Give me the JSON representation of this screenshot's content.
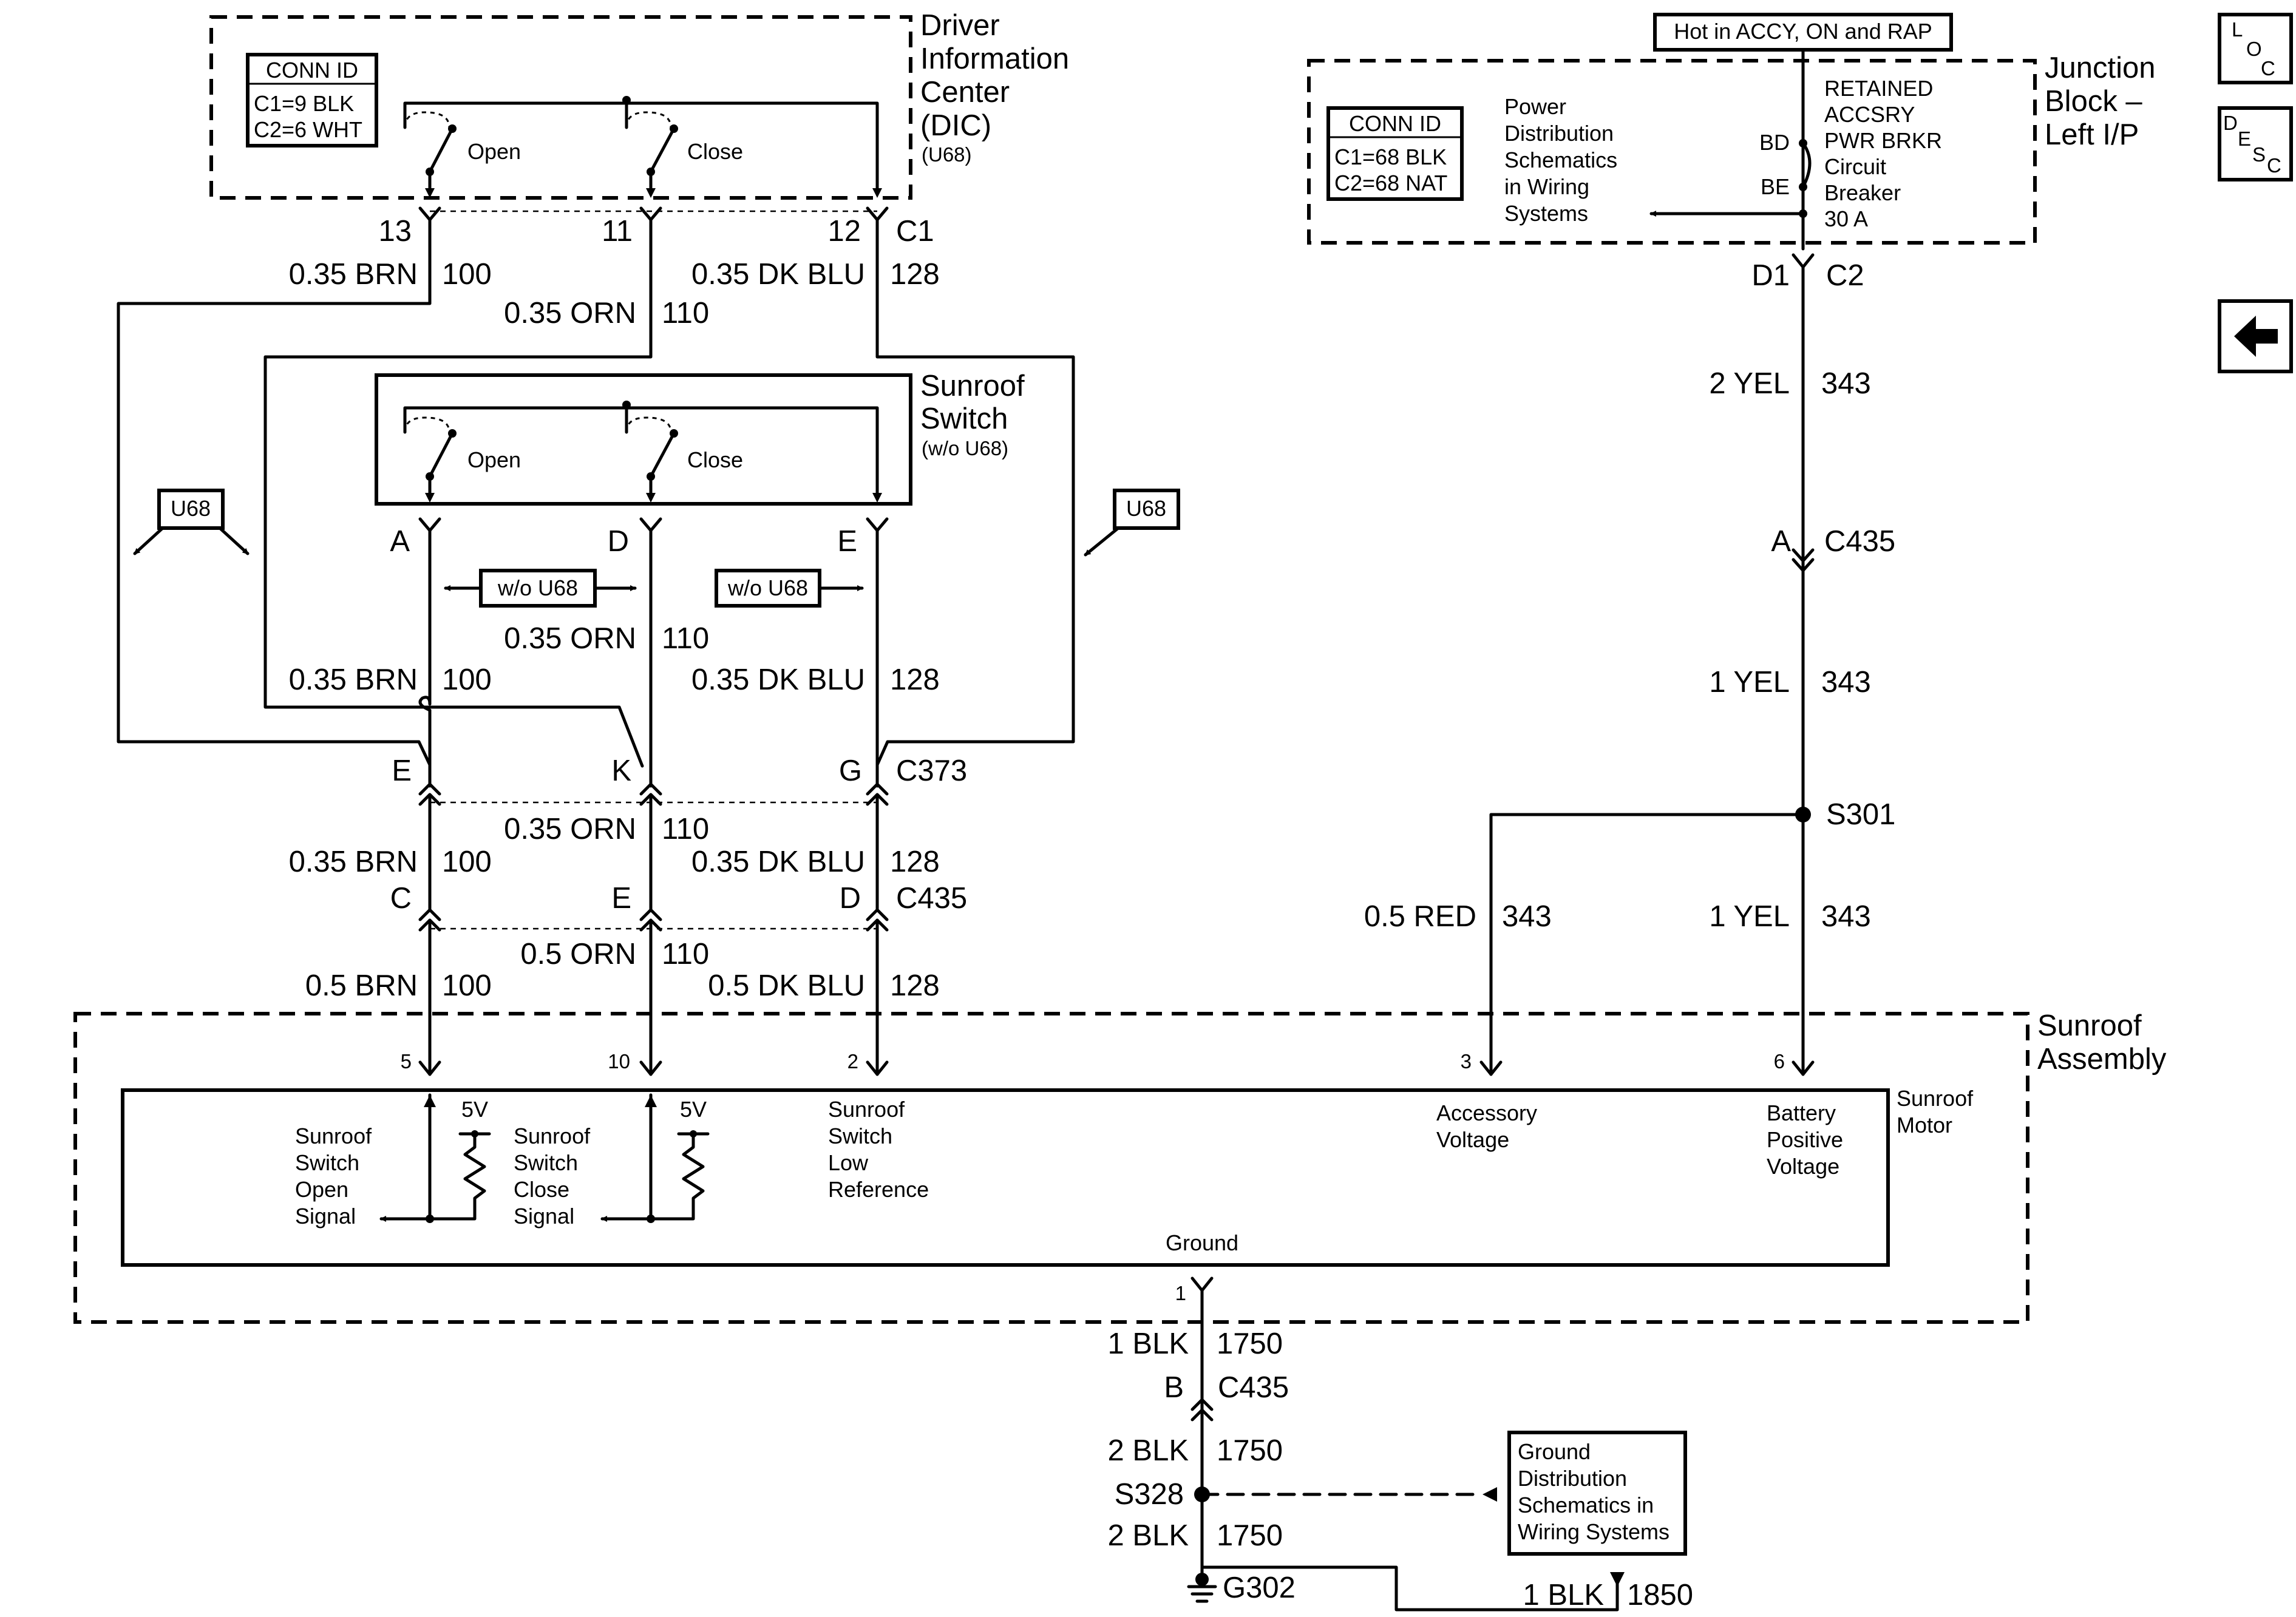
{
  "dic": {
    "title_lines": [
      "Driver",
      "Information",
      "Center",
      "(DIC)"
    ],
    "option": "(U68)",
    "conn_id_title": "CONN ID",
    "conn_id_lines": [
      "C1=9 BLK",
      "C2=6 WHT"
    ],
    "switch_open": "Open",
    "switch_close": "Close",
    "pins": [
      "13",
      "11",
      "12"
    ],
    "connector": "C1"
  },
  "upper_wires": [
    {
      "spec": "0.35 BRN",
      "circuit": "100"
    },
    {
      "spec": "0.35 ORN",
      "circuit": "110"
    },
    {
      "spec": "0.35 DK BLU",
      "circuit": "128"
    }
  ],
  "sunroof_switch": {
    "title_lines": [
      "Sunroof",
      "Switch"
    ],
    "option": "(w/o U68)",
    "switch_open": "Open",
    "switch_close": "Close",
    "pins": [
      "A",
      "D",
      "E"
    ]
  },
  "option_tags": {
    "u68_left": "U68",
    "u68_right": "U68",
    "wo_u68_1": "w/o U68",
    "wo_u68_2": "w/o U68"
  },
  "middle_wires": [
    {
      "spec": "0.35 BRN",
      "circuit": "100"
    },
    {
      "spec": "0.35 ORN",
      "circuit": "110"
    },
    {
      "spec": "0.35 DK BLU",
      "circuit": "128"
    }
  ],
  "c373": {
    "pins": [
      "E",
      "K",
      "G"
    ],
    "connector": "C373"
  },
  "c373_wires": [
    {
      "spec": "0.35 BRN",
      "circuit": "100"
    },
    {
      "spec": "0.35 ORN",
      "circuit": "110"
    },
    {
      "spec": "0.35 DK BLU",
      "circuit": "128"
    }
  ],
  "c435_top": {
    "pins": [
      "C",
      "E",
      "D"
    ],
    "connector": "C435"
  },
  "lower_wires": [
    {
      "spec": "0.5 BRN",
      "circuit": "100"
    },
    {
      "spec": "0.5 ORN",
      "circuit": "110"
    },
    {
      "spec": "0.5 DK BLU",
      "circuit": "128"
    }
  ],
  "hot_label": "Hot in ACCY, ON and RAP",
  "junction_block": {
    "title_lines": [
      "Junction",
      "Block –",
      "Left I/P"
    ],
    "conn_id_title": "CONN ID",
    "conn_id_lines": [
      "C1=68 BLK",
      "C2=68 NAT"
    ],
    "power_dist_lines": [
      "Power",
      "Distribution",
      "Schematics",
      "in Wiring",
      "Systems"
    ],
    "breaker_lines": [
      "RETAINED",
      "ACCSRY",
      "PWR BRKR",
      "Circuit",
      "Breaker",
      "30 A"
    ],
    "breaker_pins": [
      "BD",
      "BE"
    ],
    "pin": "D1",
    "connector": "C2"
  },
  "right_wires": {
    "w1": {
      "spec": "2 YEL",
      "circuit": "343"
    },
    "c435_pin": "A",
    "c435": "C435",
    "w2": {
      "spec": "1 YEL",
      "circuit": "343"
    },
    "splice": "S301",
    "w3": {
      "spec": "0.5 RED",
      "circuit": "343"
    },
    "w4": {
      "spec": "1 YEL",
      "circuit": "343"
    }
  },
  "sunroof_assembly": {
    "title_lines": [
      "Sunroof",
      "Assembly"
    ],
    "motor_lines": [
      "Sunroof",
      "Motor"
    ],
    "pins": [
      "5",
      "10",
      "2",
      "3",
      "6",
      "1"
    ],
    "v5": "5V",
    "open_signal_lines": [
      "Sunroof",
      "Switch",
      "Open",
      "Signal"
    ],
    "close_signal_lines": [
      "Sunroof",
      "Switch",
      "Close",
      "Signal"
    ],
    "low_ref_lines": [
      "Sunroof",
      "Switch",
      "Low",
      "Reference"
    ],
    "acc_voltage_lines": [
      "Accessory",
      "Voltage"
    ],
    "bat_voltage_lines": [
      "Battery",
      "Positive",
      "Voltage"
    ],
    "ground": "Ground"
  },
  "ground_wires": {
    "w1": {
      "spec": "1 BLK",
      "circuit": "1750"
    },
    "c435_pin": "B",
    "c435": "C435",
    "w2": {
      "spec": "2 BLK",
      "circuit": "1750"
    },
    "splice": "S328",
    "w3": {
      "spec": "2 BLK",
      "circuit": "1750"
    },
    "ground": "G302",
    "w4": {
      "spec": "1 BLK",
      "circuit": "1850"
    },
    "ground_dist_lines": [
      "Ground",
      "Distribution",
      "Schematics in",
      "Wiring Systems"
    ]
  },
  "nav_buttons": {
    "loc": [
      "L",
      "O",
      "C"
    ],
    "desc": [
      "D",
      "E",
      "S",
      "C"
    ],
    "back_arrow": "back-arrow-icon"
  }
}
